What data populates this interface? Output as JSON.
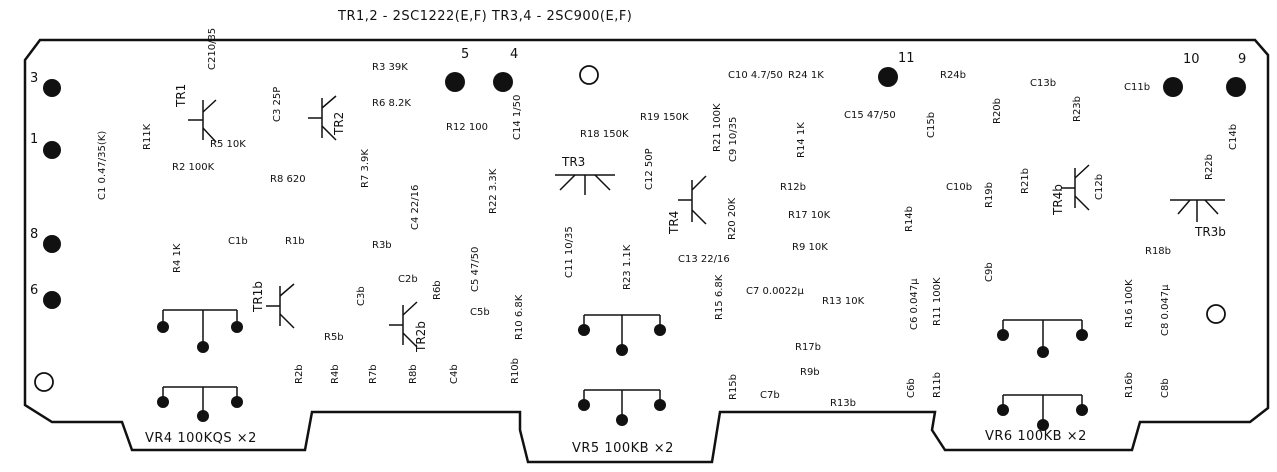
{
  "header": "TR1,2 - 2SC1222(E,F)   TR3,4 - 2SC900(E,F)",
  "terminals": [
    "3",
    "1",
    "8",
    "6",
    "5",
    "4",
    "11",
    "10",
    "9"
  ],
  "potentiometers": [
    "VR4 100KQS ×2",
    "VR5 100KB ×2",
    "VR6 100KB ×2"
  ],
  "transistors": [
    "TR1",
    "TR2",
    "TR1b",
    "TR2b",
    "TR3",
    "TR4",
    "TR4b",
    "TR3b"
  ],
  "components": [
    "R11K",
    "C210/35",
    "C3 25P",
    "R5 10K",
    "R2 100K",
    "C1 0.47/35(K)",
    "R7 3.9K",
    "R8 620",
    "R3 39K",
    "R6 8.2K",
    "R12 100",
    "C14 1/50",
    "C4 22/16",
    "R22 3.3K",
    "R4 1K",
    "C1b",
    "R1b",
    "R3b",
    "C5 47/50",
    "C3b",
    "C2b",
    "R6b",
    "R5b",
    "C5b",
    "R10 6.8K",
    "R2b",
    "R4b",
    "R7b",
    "R8b",
    "C4b",
    "R10b",
    "R18 150K",
    "R19 150K",
    "C12 50P",
    "R21 100K",
    "C9 10/35",
    "C10 4.7/50",
    "R24 1K",
    "C15 47/50",
    "R14 1K",
    "R12b",
    "R20 20K",
    "C11 10/35",
    "R23 1.1K",
    "C13 22/16",
    "R15 6.8K",
    "R17 10K",
    "R9 10K",
    "C7 0.0022μ",
    "R13 10K",
    "R17b",
    "R9b",
    "C7b",
    "R13b",
    "R15b",
    "C6 0.047μ",
    "R11 100K",
    "C6b",
    "R11b",
    "R24b",
    "C15b",
    "R14b",
    "C10b",
    "R19b",
    "R21b",
    "C9b",
    "R20b",
    "C13b",
    "R23b",
    "C11b",
    "R22b",
    "C14b",
    "C12b",
    "R18b",
    "R16 100K",
    "C8 0.047μ",
    "R16b",
    "C8b"
  ]
}
